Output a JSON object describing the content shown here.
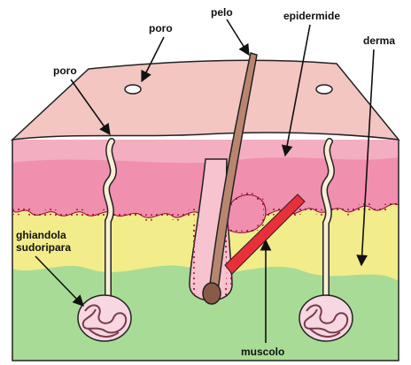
{
  "labels": {
    "poro_top": "poro",
    "poro_left": "poro",
    "pelo": "pelo",
    "epidermide": "epidermide",
    "derma": "derma",
    "ghiandola_line1": "ghiandola",
    "ghiandola_line2": "sudoripara",
    "muscolo": "muscolo"
  },
  "colors": {
    "surface_top": "#f3c6c2",
    "epidermis": "#f08fae",
    "epidermis_light": "#f6c3cf",
    "dermis": "#f2ec8a",
    "hypodermis": "#a8dc96",
    "duct": "#f8efd6",
    "hair": "#b8866f",
    "muscle": "#e8303a",
    "outline": "#222222",
    "boundary_dots": "#c0103a",
    "gland": "#f7d8e2"
  },
  "icons": [
    "arrow-icon"
  ]
}
